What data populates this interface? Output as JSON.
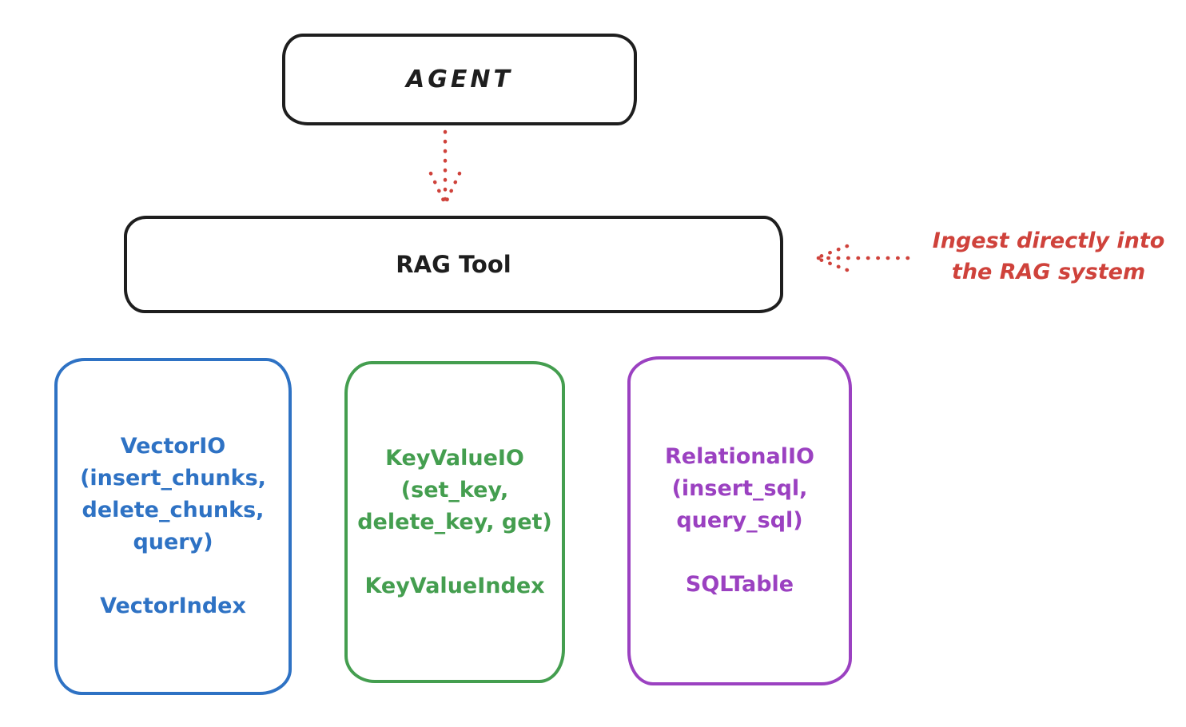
{
  "agent_box": {
    "label": "AGENT"
  },
  "rag_tool_box": {
    "label": "RAG Tool"
  },
  "annotation": {
    "line1": "Ingest directly into",
    "line2": "the RAG system"
  },
  "io_boxes": [
    {
      "name": "vector-io",
      "color": "#2e72c4",
      "lines": [
        "VectorIO",
        "(insert_chunks,",
        "delete_chunks,",
        "query)"
      ],
      "index_label": "VectorIndex"
    },
    {
      "name": "keyvalue-io",
      "color": "#449e4f",
      "lines": [
        "KeyValueIO",
        "(set_key,",
        "delete_key, get)"
      ],
      "index_label": "KeyValueIndex"
    },
    {
      "name": "relational-io",
      "color": "#9b41c1",
      "lines": [
        "RelationalIO",
        "(insert_sql,",
        "query_sql)"
      ],
      "index_label": "SQLTable"
    }
  ],
  "colors": {
    "stroke": "#1e1e1e",
    "red": "#cf423b",
    "blue": "#2e72c4",
    "green": "#449e4f",
    "purple": "#9b41c1"
  },
  "icons": {
    "agent_to_rag": "dotted-arrow-down",
    "annotation_to_rag": "dotted-arrow-left"
  }
}
